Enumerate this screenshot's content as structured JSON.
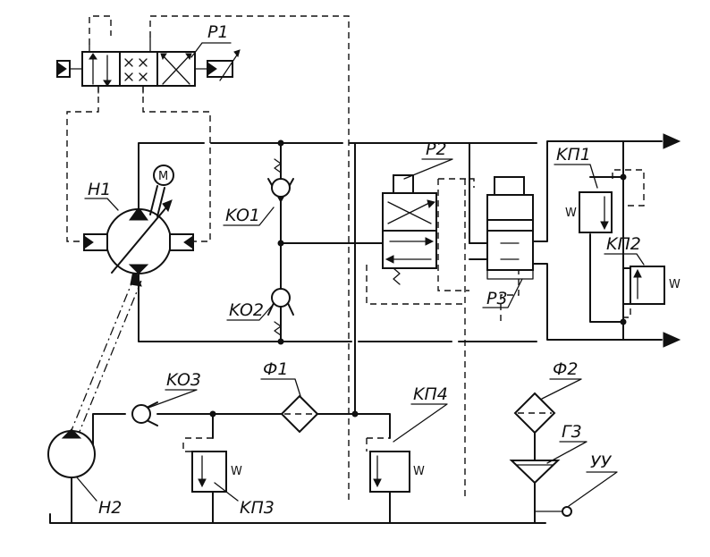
{
  "labels": {
    "p1": "P1",
    "p2": "P2",
    "p3": "P3",
    "h1": "H1",
    "h2": "H2",
    "motor": "M",
    "ko1": "KO1",
    "ko2": "KO2",
    "ko3": "KO3",
    "kp1": "KП1",
    "kp2": "KП2",
    "kp3": "KП3",
    "kp4": "KП4",
    "f1": "Ф1",
    "f2": "Ф2",
    "g3": "Г3",
    "uu": "УУ"
  }
}
